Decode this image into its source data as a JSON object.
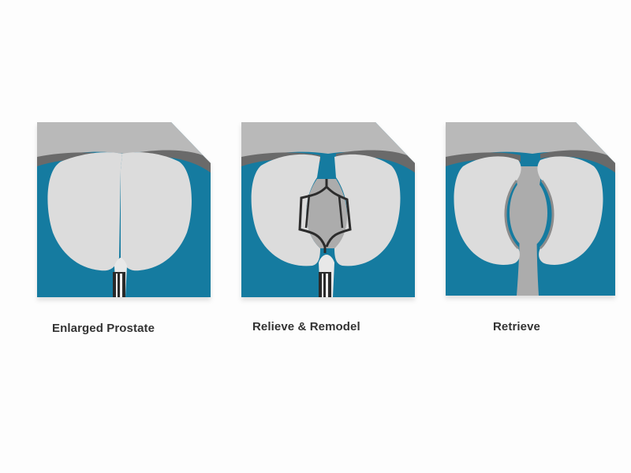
{
  "figure": {
    "colors": {
      "background": "#fdfdfd",
      "tissue_blue": "#157ba0",
      "bladder_gray": "#b9b9b9",
      "dark_band": "#6a6a6a",
      "prostate_lobe": "#dcdcdc",
      "lumen_gray": "#acacac",
      "device_wire": "#2c2c2c",
      "caption_text": "#333333"
    },
    "panels": [
      {
        "id": "enlarged",
        "caption": "Enlarged Prostate"
      },
      {
        "id": "relieve",
        "caption": "Relieve & Remodel"
      },
      {
        "id": "retrieve",
        "caption": "Retrieve"
      }
    ]
  }
}
